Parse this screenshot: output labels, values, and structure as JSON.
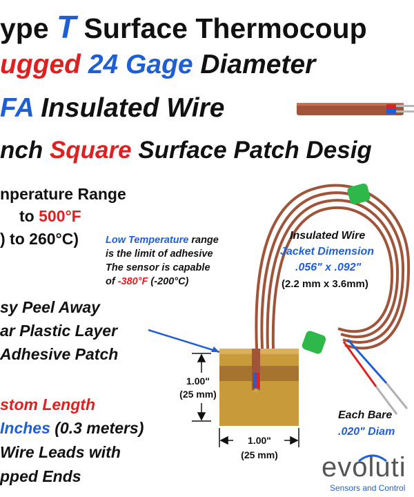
{
  "title": {
    "line1_a": "ype ",
    "line1_b": "T",
    "line1_c": " Surface Thermocoup",
    "line2_a": "ugged ",
    "line2_b": "24 Gage",
    "line2_c": " Diameter",
    "line3_a": "FA",
    "line3_b": " Insulated Wire",
    "line4_a": "nch ",
    "line4_b": "Square",
    "line4_c": " Surface Patch Desig"
  },
  "temp_range": {
    "line1": "nperature Range",
    "line2_a": "to ",
    "line2_b": "500°F",
    "line3": ") to 260°C)"
  },
  "low_temp_note": {
    "l1_a": "Low Temperature",
    "l1_b": " range",
    "l2": "is the limit of adhesive",
    "l3": "The sensor is capable",
    "l4_a": "of ",
    "l4_b": "-380°F",
    "l4_c": " (-200°C)"
  },
  "peel_away": {
    "line1": "sy Peel Away",
    "line2": "ar Plastic Layer",
    "line3": " Adhesive Patch"
  },
  "custom_length": {
    "line1": "stom Length",
    "line2_a": " Inches",
    "line2_b": " (0.3 meters)",
    "line3": "Wire Leads with",
    "line4": "pped Ends"
  },
  "insulated_wire": {
    "line1": "Insulated Wire",
    "line2": "Jacket Dimension",
    "line3": ".056\" x .092\"",
    "line4": "(2.2 mm x 3.6mm)"
  },
  "dimensions": {
    "height_in": "1.00\"",
    "height_mm": "(25 mm)",
    "width_in": "1.00\"",
    "width_mm": "(25 mm)"
  },
  "bare_wire": {
    "line1": "Each Bare ",
    "line2": ".020\" Diam"
  },
  "brand": {
    "name": "evoluti",
    "tagline": "Sensors and Control"
  },
  "colors": {
    "red": "#e02020",
    "blue": "#1f5fd6",
    "wire_brown": "#a0543a",
    "patch_amber": "#c89a3a",
    "green_band": "#2fb84a"
  }
}
